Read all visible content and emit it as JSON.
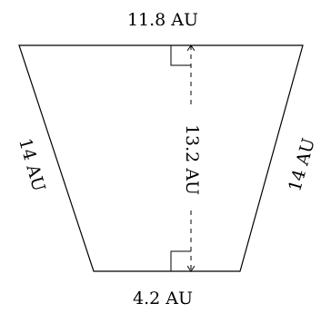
{
  "diagram": {
    "shape": "isosceles trapezoid",
    "top_base": {
      "label": "11.8 AU",
      "value": 11.8
    },
    "bottom_base": {
      "label": "4.2 AU",
      "value": 4.2
    },
    "left_leg": {
      "label": "14 AU",
      "value": 14
    },
    "right_leg": {
      "label": "14 AU",
      "value": 14
    },
    "height": {
      "label": "13.2 AU",
      "value": 13.2,
      "style": "dashed",
      "right_angle_markers": true
    }
  },
  "colors": {
    "stroke": "#000000",
    "text": "#000000",
    "background": "#ffffff"
  }
}
